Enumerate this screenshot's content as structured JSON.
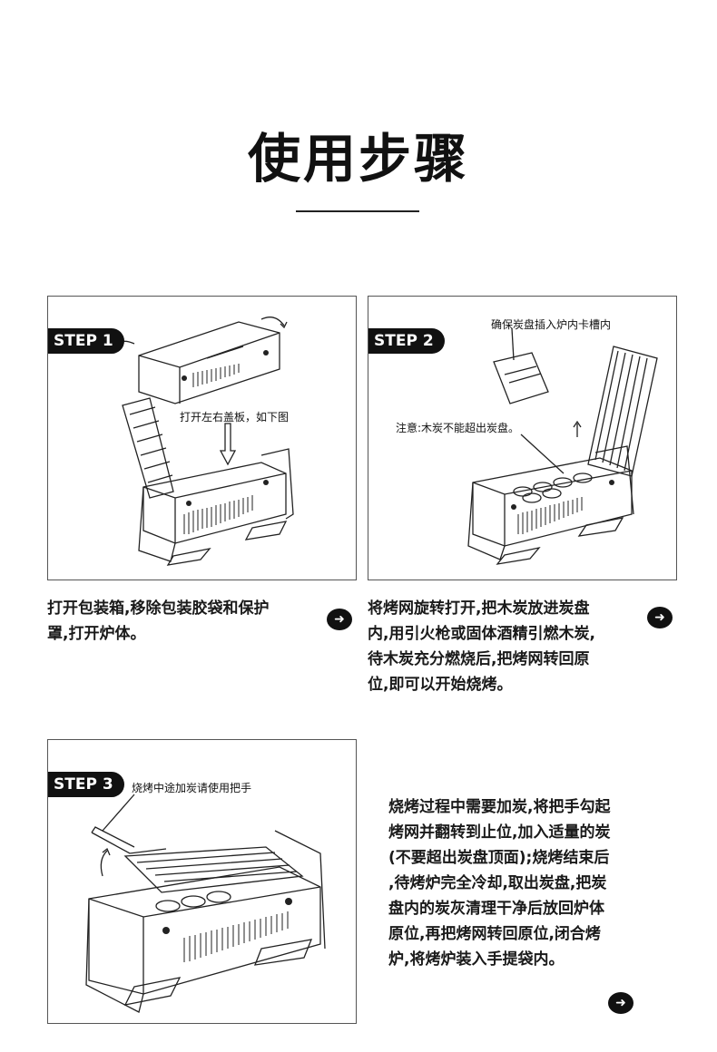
{
  "title": "使用步骤",
  "steps": [
    {
      "badge": "STEP 1",
      "callouts": [
        "打开左右盖板，如下图"
      ],
      "description": [
        "打开包装箱,移除包装胶袋和保护",
        "罩,打开炉体。"
      ]
    },
    {
      "badge": "STEP 2",
      "callouts": [
        "确保炭盘插入炉内卡槽内",
        "注意:木炭不能超出炭盘。"
      ],
      "description": [
        "将烤网旋转打开,把木炭放进炭盘",
        "内,用引火枪或固体酒精引燃木炭,",
        "待木炭充分燃烧后,把烤网转回原",
        "位,即可以开始烧烤。"
      ]
    },
    {
      "badge": "STEP 3",
      "callouts": [
        "烧烤中途加炭请使用把手"
      ],
      "description": [
        "烧烤过程中需要加炭,将把手勾起",
        "烤网并翻转到止位,加入适量的炭",
        "(不要超出炭盘顶面);烧烤结束后",
        ",待烤炉完全冷却,取出炭盘,把炭",
        "盘内的炭灰清理干净后放回炉体",
        "原位,再把烤网转回原位,闭合烤",
        "炉,将烤炉装入手提袋内。"
      ]
    }
  ],
  "next_icon": "arrow-right-icon",
  "next_glyph": "➜"
}
